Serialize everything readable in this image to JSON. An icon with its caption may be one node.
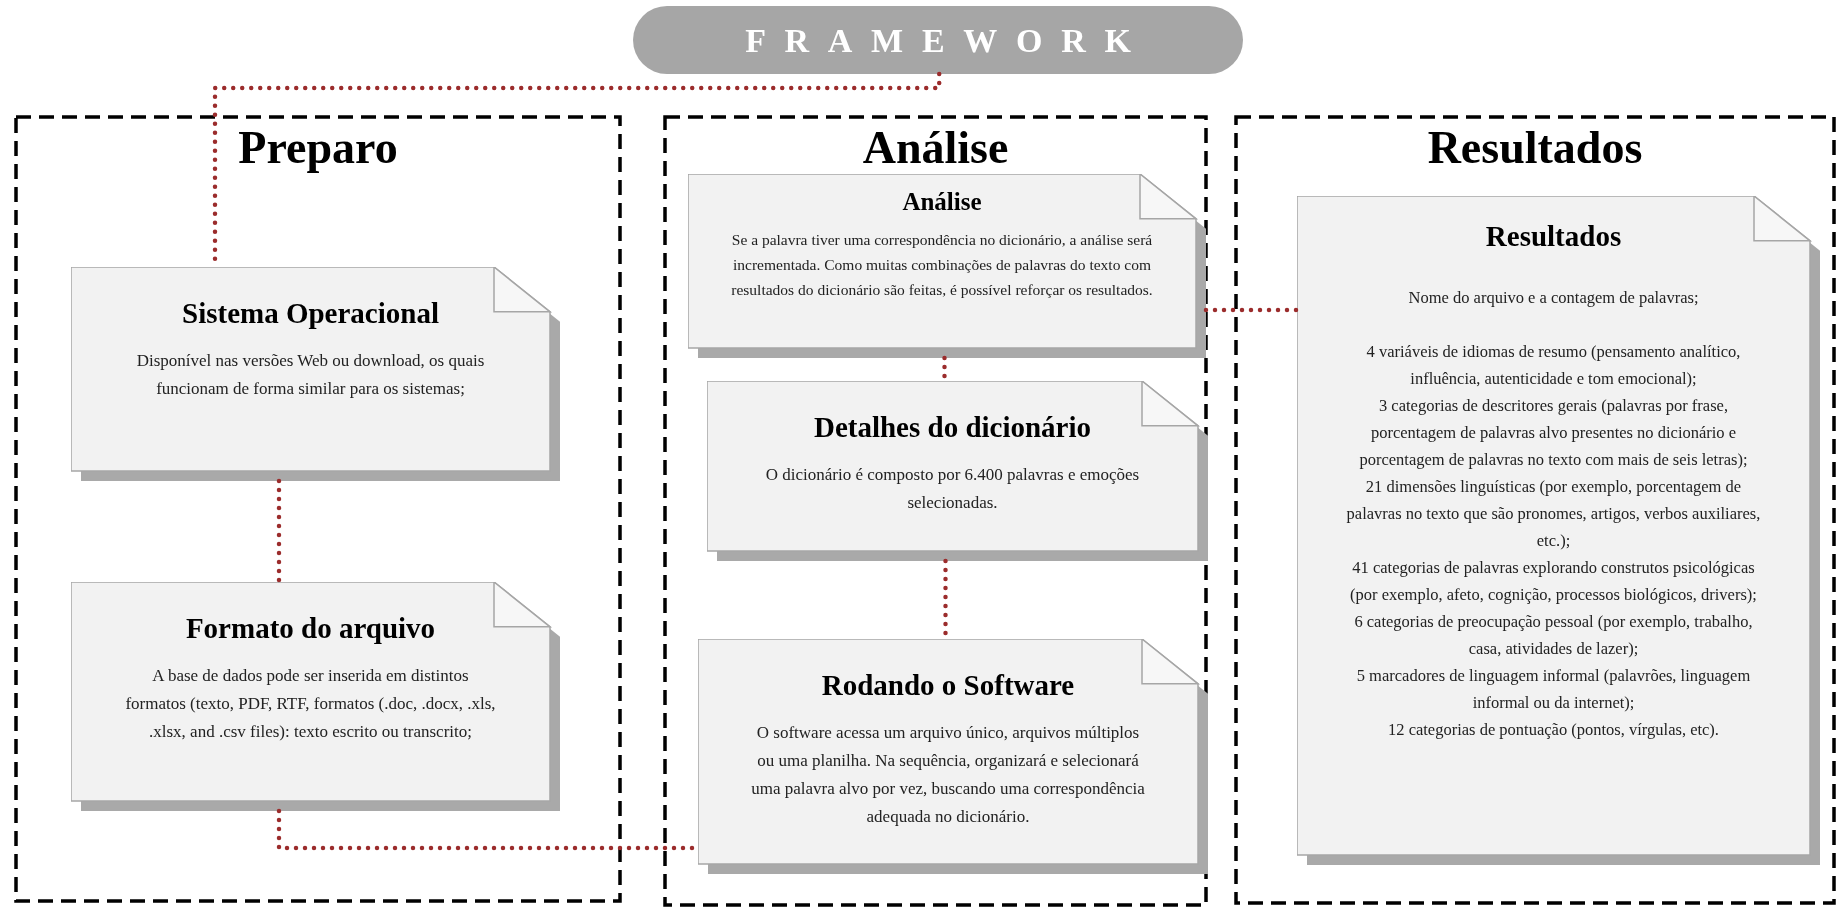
{
  "diagram": {
    "nodes": [
      {
        "text": [
          "FRAMEWORK"
        ]
      },
      {
        "text": [
          "Preparo"
        ]
      },
      {
        "text": [
          "Sistema Operacional",
          "Disponível nas versões Web ou download, os quais funcionam de forma similar para os sistemas;"
        ],
        "in": 1
      },
      {
        "text": [
          "Formato do arquivo",
          "A base de dados pode ser inserida em distintos formatos (texto, PDF, RTF, formatos (.doc, .docx, .xls, .xlsx, and .csv files): texto escrito ou transcrito;"
        ],
        "in": 1
      },
      {
        "text": [
          "Análise"
        ]
      },
      {
        "text": [
          "Análise",
          "Se a palavra tiver uma correspondência no dicionário, a análise será incrementada. Como muitas combinações de palavras do texto com resultados do dicionário são feitas, é possível reforçar os resultados."
        ],
        "in": 4
      },
      {
        "text": [
          "Detalhes do dicionário",
          "O dicionário é composto por 6.400 palavras e emoções selecionadas."
        ],
        "in": 4
      },
      {
        "text": [
          "Rodando o Software",
          "O software acessa um arquivo único, arquivos múltiplos ou uma planilha. Na sequência, organizará e selecionará uma palavra alvo por vez, buscando uma correspondência adequada no dicionário."
        ],
        "in": 4
      },
      {
        "text": [
          "Resultados"
        ]
      },
      {
        "text": [
          "Resultados",
          "Nome do arquivo e a contagem de palavras;",
          "4 variáveis de idiomas de resumo (pensamento analítico, influência, autenticidade e tom emocional);",
          "3 categorias de descritores gerais (palavras por frase, porcentagem de palavras alvo presentes no dicionário e porcentagem de palavras no texto com mais de seis letras);",
          "21 dimensões linguísticas (por exemplo, porcentagem de palavras no texto que são pronomes, artigos, verbos auxiliares, etc.);",
          "41 categorias de palavras explorando construtos psicológicas (por exemplo, afeto, cognição, processos biológicos, drivers);",
          "6 categorias de preocupação pessoal (por exemplo, trabalho, casa, atividades de lazer);",
          "5 marcadores de linguagem informal (palavrões, linguagem informal ou da internet);",
          "12 categorias de pontuação (pontos, vírgulas, etc)."
        ],
        "in": 8
      }
    ],
    "edges": [
      {
        "from": 0,
        "to": 2,
        "arrow": "none"
      },
      {
        "from": 2,
        "to": 3,
        "arrow": "none"
      },
      {
        "from": 3,
        "to": 7,
        "arrow": "none"
      },
      {
        "from": 6,
        "to": 7,
        "arrow": "none"
      },
      {
        "from": 5,
        "to": 6,
        "arrow": "none"
      },
      {
        "from": 5,
        "to": 9,
        "arrow": "none"
      }
    ]
  }
}
